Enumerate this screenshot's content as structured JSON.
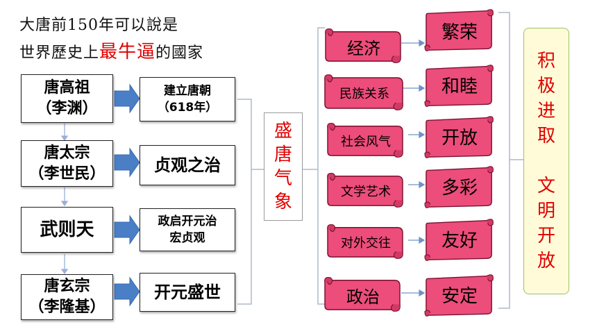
{
  "title": {
    "line1": "大唐前150年可以說是",
    "line2_prefix": "世界歷史上",
    "line2_emphasis": "最牛逼",
    "line2_suffix": "的國家"
  },
  "emperors": [
    {
      "name": "唐高祖",
      "personal": "（李渊）"
    },
    {
      "name": "唐太宗",
      "personal": "（李世民）"
    },
    {
      "name": "武则天",
      "personal": ""
    },
    {
      "name": "唐玄宗",
      "personal": "（李隆基）"
    }
  ],
  "events": [
    {
      "line1": "建立唐朝",
      "line2": "（618年）"
    },
    {
      "line1": "贞观之治",
      "line2": ""
    },
    {
      "line1": "政启开元治",
      "line2": "宏贞观"
    },
    {
      "line1": "开元盛世",
      "line2": ""
    }
  ],
  "center_label": [
    "盛",
    "唐",
    "气",
    "象"
  ],
  "aspects": [
    "经济",
    "民族关系",
    "社会风气",
    "文学艺术",
    "对外交往",
    "政治"
  ],
  "results": [
    "繁荣",
    "和睦",
    "开放",
    "多彩",
    "友好",
    "安定"
  ],
  "conclusion": {
    "line1": [
      "积",
      "极",
      "进",
      "取"
    ],
    "line2": [
      "文",
      "明",
      "开",
      "放"
    ]
  },
  "colors": {
    "scroll_fill": "#ec4d7a",
    "scroll_stroke": "#7a1030",
    "arrow_fill": "#4a7fc6",
    "accent_red": "#e00000",
    "conclusion_bg": "#fffbd9"
  }
}
